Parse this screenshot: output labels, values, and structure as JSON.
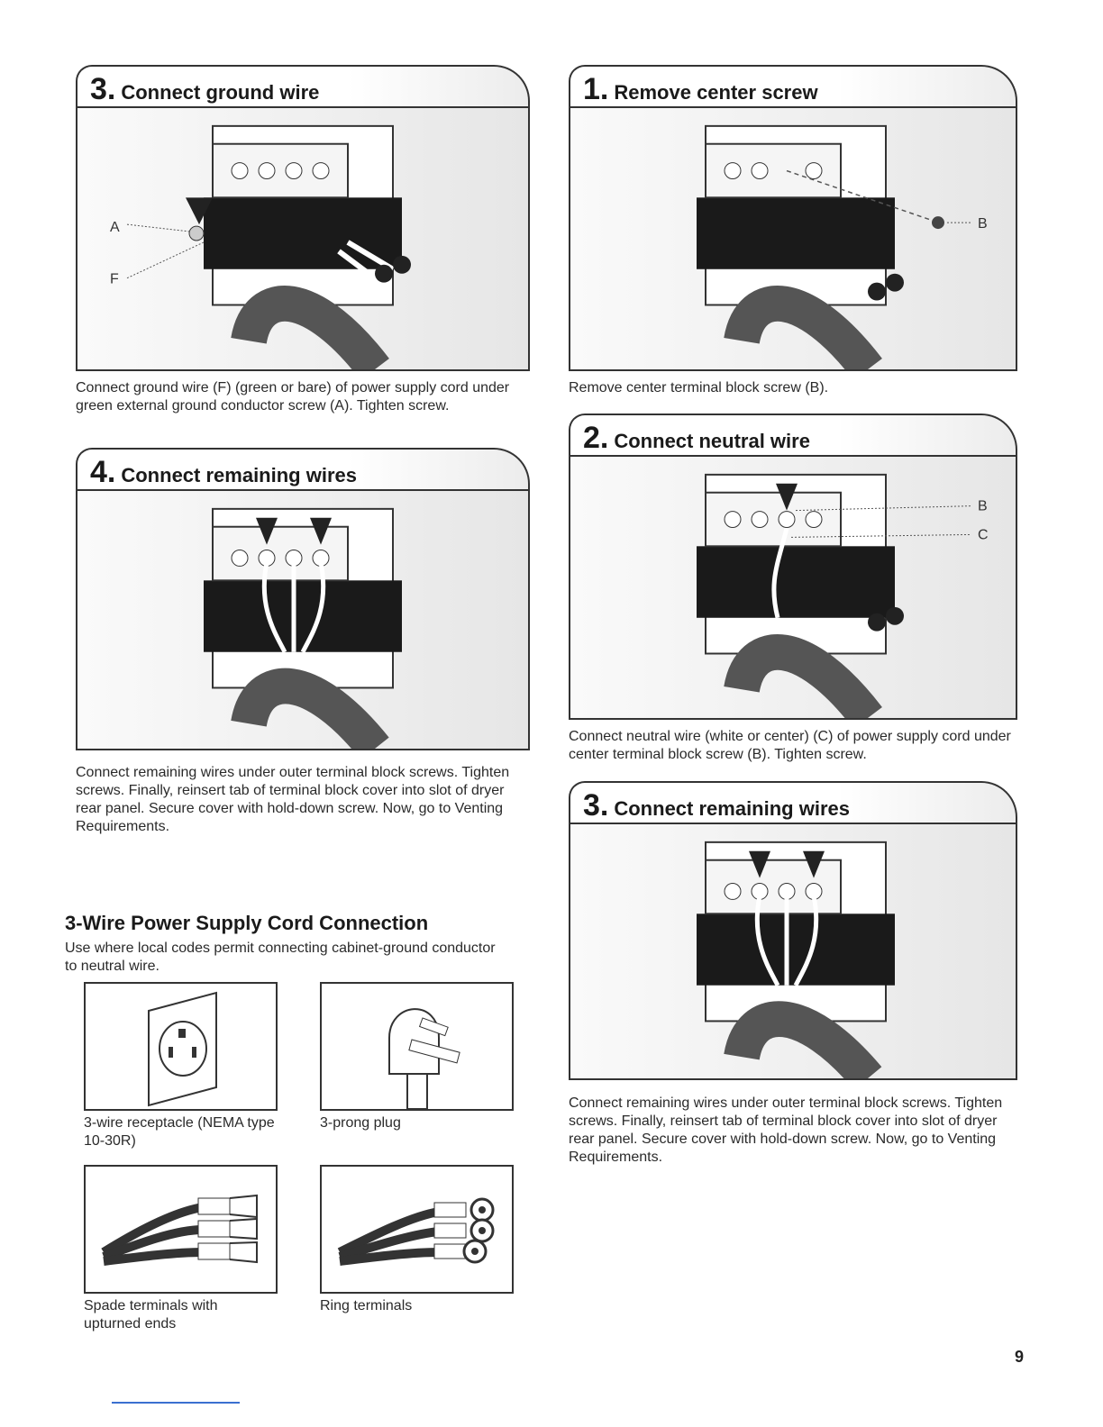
{
  "steps": {
    "ground": {
      "num": "3.",
      "title": "Connect ground wire",
      "caption": "Connect ground wire (F) (green or bare) of power supply cord under green external ground conductor screw (A). Tighten screw.",
      "callouts": [
        "A",
        "F"
      ]
    },
    "remove_center": {
      "num": "1.",
      "title": "Remove center screw",
      "caption": "Remove center terminal block screw (B).",
      "callouts": [
        "B"
      ]
    },
    "remaining_4wire": {
      "num": "4.",
      "title": "Connect remaining wires",
      "caption": "Connect remaining wires under outer terminal block screws. Tighten screws. Finally, reinsert tab of terminal block cover into slot of dryer rear panel. Secure cover with hold-down screw. Now, go to Venting Requirements."
    },
    "neutral": {
      "num": "2.",
      "title": "Connect neutral wire",
      "caption": "Connect neutral wire (white or center) (C) of power supply cord under center terminal block screw (B). Tighten screw.",
      "callouts": [
        "B",
        "C"
      ]
    },
    "remaining_3wire": {
      "num": "3.",
      "title": "Connect remaining wires",
      "caption": "Connect remaining wires under outer terminal block screws. Tighten screws. Finally, reinsert tab of terminal block cover into slot of dryer rear panel. Secure cover with hold-down screw. Now, go to Venting Requirements."
    }
  },
  "section": {
    "title": "3-Wire Power Supply Cord Connection",
    "intro": "Use where local codes permit connecting cabinet-ground conductor to neutral wire."
  },
  "figures": {
    "receptacle": "3-wire receptacle (NEMA type 10-30R)",
    "plug": "3-prong plug",
    "spade": "Spade terminals with upturned ends",
    "ring": "Ring terminals"
  },
  "page_number": "9"
}
